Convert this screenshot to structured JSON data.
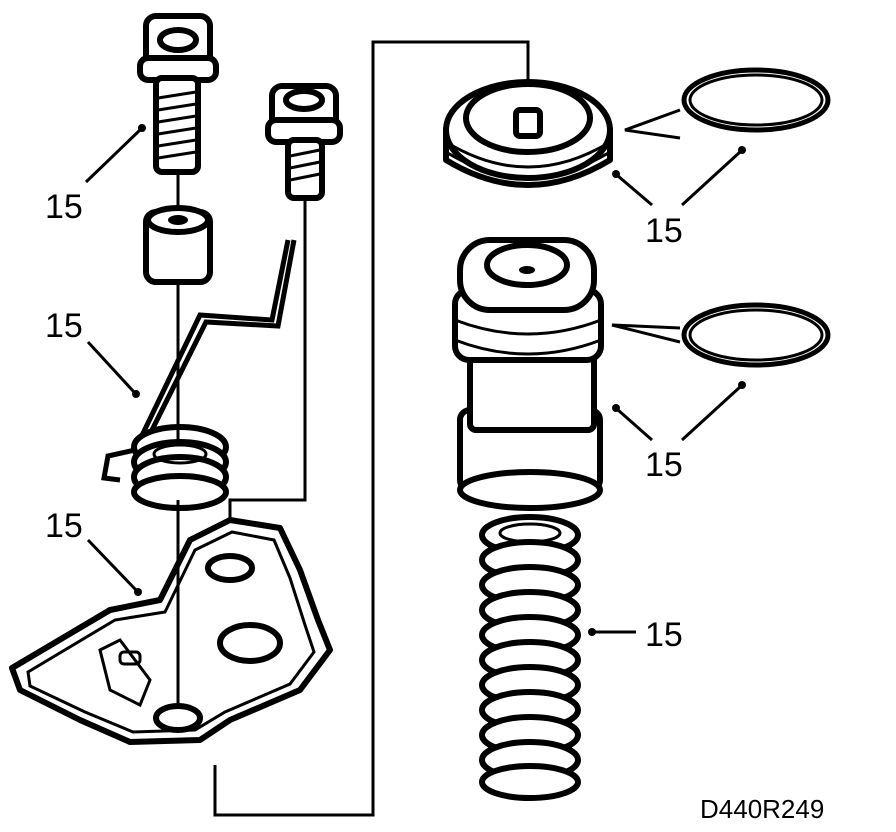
{
  "labels": {
    "bolt_long": "15",
    "spring_wire": "15",
    "bracket_plate": "15",
    "piston_top": "15",
    "piston_body": "15",
    "coil_spring": "15"
  },
  "drawing_code": "D440R249"
}
